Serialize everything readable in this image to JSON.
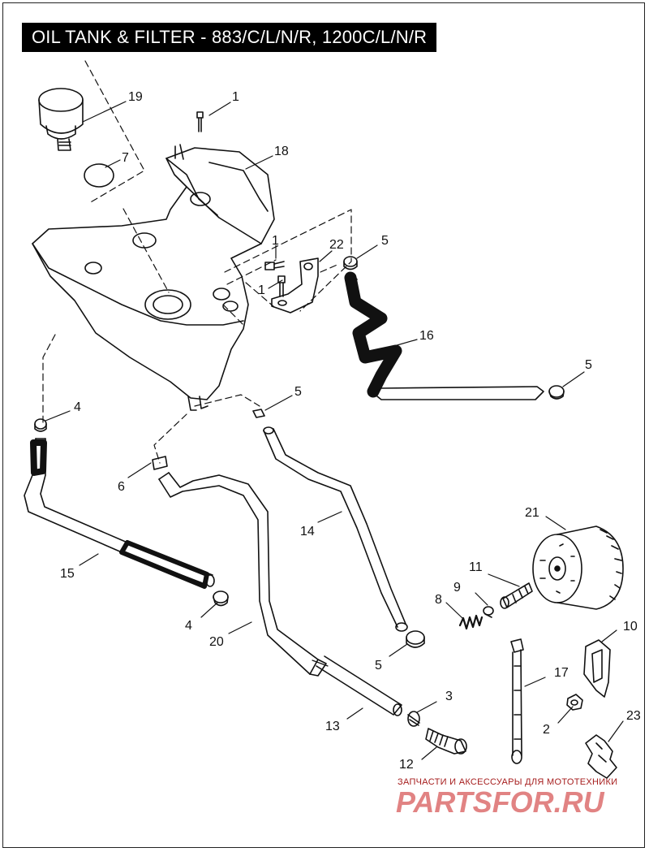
{
  "title": "OIL TANK & FILTER - 883/C/L/N/R, 1200C/L/N/R",
  "callouts": [
    "19",
    "1",
    "7",
    "18",
    "1",
    "22",
    "5",
    "1",
    "16",
    "5",
    "5",
    "4",
    "6",
    "14",
    "15",
    "4",
    "20",
    "5",
    "21",
    "11",
    "9",
    "8",
    "10",
    "17",
    "3",
    "13",
    "2",
    "23",
    "12"
  ],
  "watermark": {
    "tagline": "ЗАПЧАСТИ И АКСЕССУАРЫ ДЛЯ МОТОТЕХНИКИ",
    "brand": "PARTSFOR.RU"
  },
  "colors": {
    "line": "#111111",
    "hose_dark": "#111111",
    "watermark": "#c91f1f",
    "title_bg": "#000000",
    "title_text": "#ffffff"
  }
}
